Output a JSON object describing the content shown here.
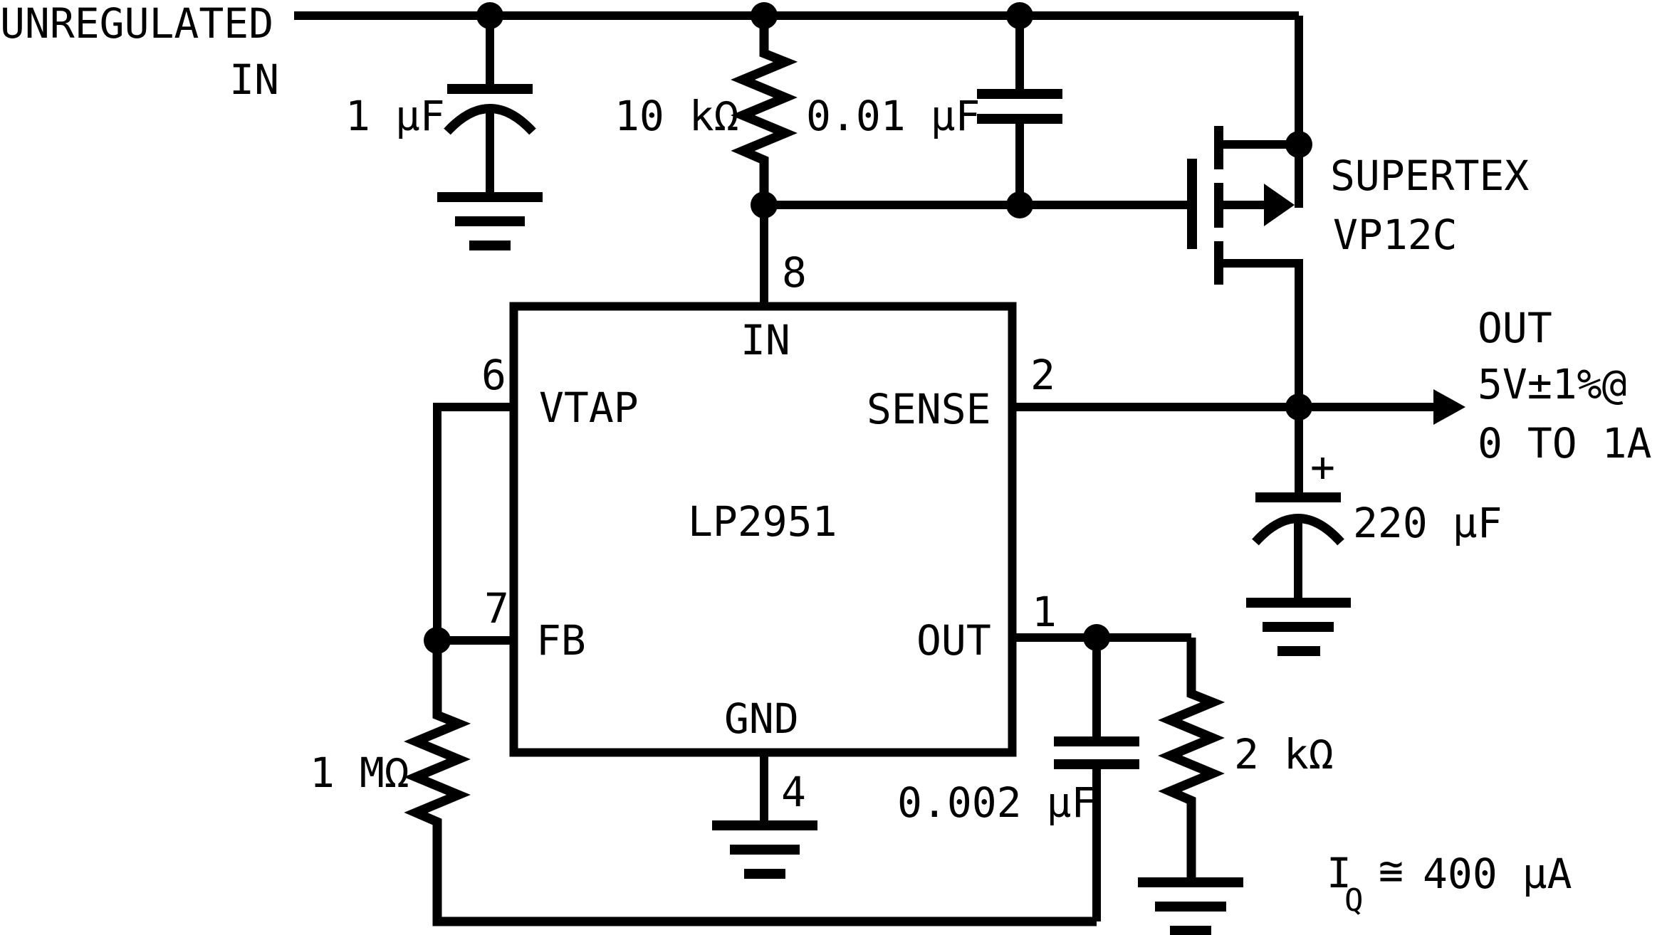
{
  "background": "#ffffff",
  "ink": "#000000",
  "input": {
    "line1": "UNREGULATED",
    "line2": "IN"
  },
  "components": {
    "input_cap": {
      "value": "1 µF"
    },
    "pullup_resistor": {
      "value": "10 kΩ"
    },
    "gate_cap": {
      "value": "0.01 µF"
    },
    "mosfet": {
      "manufacturer": "SUPERTEX",
      "part": "VP12C"
    },
    "output_cap": {
      "value": "220 µF",
      "polarity": "+"
    },
    "feedback_resistor": {
      "value": "1 MΩ"
    },
    "feedback_cap": {
      "value": "0.002 µF"
    },
    "load_resistor": {
      "value": "2 kΩ"
    }
  },
  "regulator": {
    "part": "LP2951",
    "pins": {
      "in": {
        "number": "8",
        "name": "IN"
      },
      "sense": {
        "number": "2",
        "name": "SENSE"
      },
      "vtap": {
        "number": "6",
        "name": "VTAP"
      },
      "fb": {
        "number": "7",
        "name": "FB"
      },
      "out": {
        "number": "1",
        "name": "OUT"
      },
      "gnd": {
        "number": "4",
        "name": "GND"
      }
    }
  },
  "output": {
    "line1": "OUT",
    "line2": "5V±1%@",
    "line3": "0 TO 1A"
  },
  "quiescent": {
    "symbol": "I",
    "subscript": "Q",
    "relation": "≅",
    "value": "400 µA"
  }
}
